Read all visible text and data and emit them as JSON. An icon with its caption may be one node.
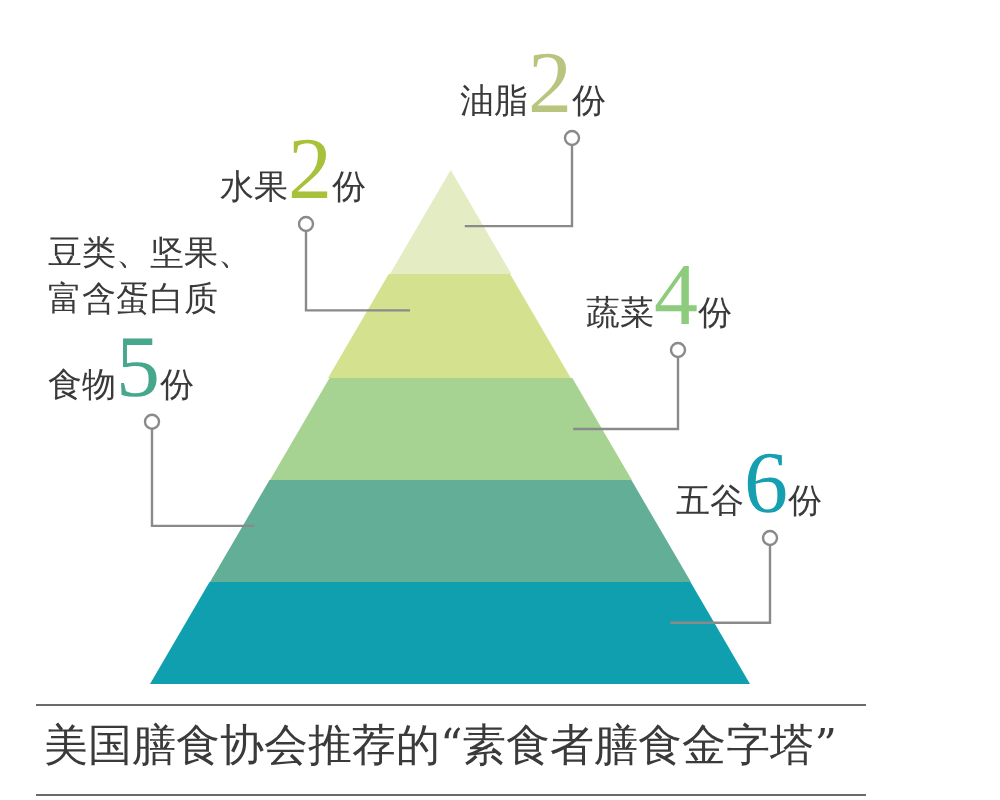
{
  "diagram": {
    "caption": "美国膳食协会推荐的“素食者膳食金字塔”",
    "nodes": [
      {
        "text": [
          "油脂2份"
        ]
      },
      {
        "text": [
          "水果2份"
        ]
      },
      {
        "text": [
          "豆类、坚果、富含蛋白质食物5份"
        ]
      },
      {
        "text": [
          "蔬菜4份"
        ]
      },
      {
        "text": [
          "五谷6份"
        ]
      },
      {
        "text": [],
        "shape": "triangle"
      },
      {
        "text": [],
        "shape": "trapezoid"
      },
      {
        "text": [],
        "shape": "trapezoid"
      },
      {
        "text": [],
        "shape": "trapezoid"
      },
      {
        "text": [],
        "shape": "trapezoid"
      }
    ],
    "edges": [
      {
        "from": 0,
        "to": 5,
        "arrow": "other"
      },
      {
        "from": 1,
        "to": 6,
        "arrow": "other"
      },
      {
        "from": 2,
        "to": 8,
        "arrow": "other"
      },
      {
        "from": 3,
        "to": 7,
        "arrow": "other"
      },
      {
        "from": 4,
        "to": 9,
        "arrow": "other"
      }
    ]
  }
}
